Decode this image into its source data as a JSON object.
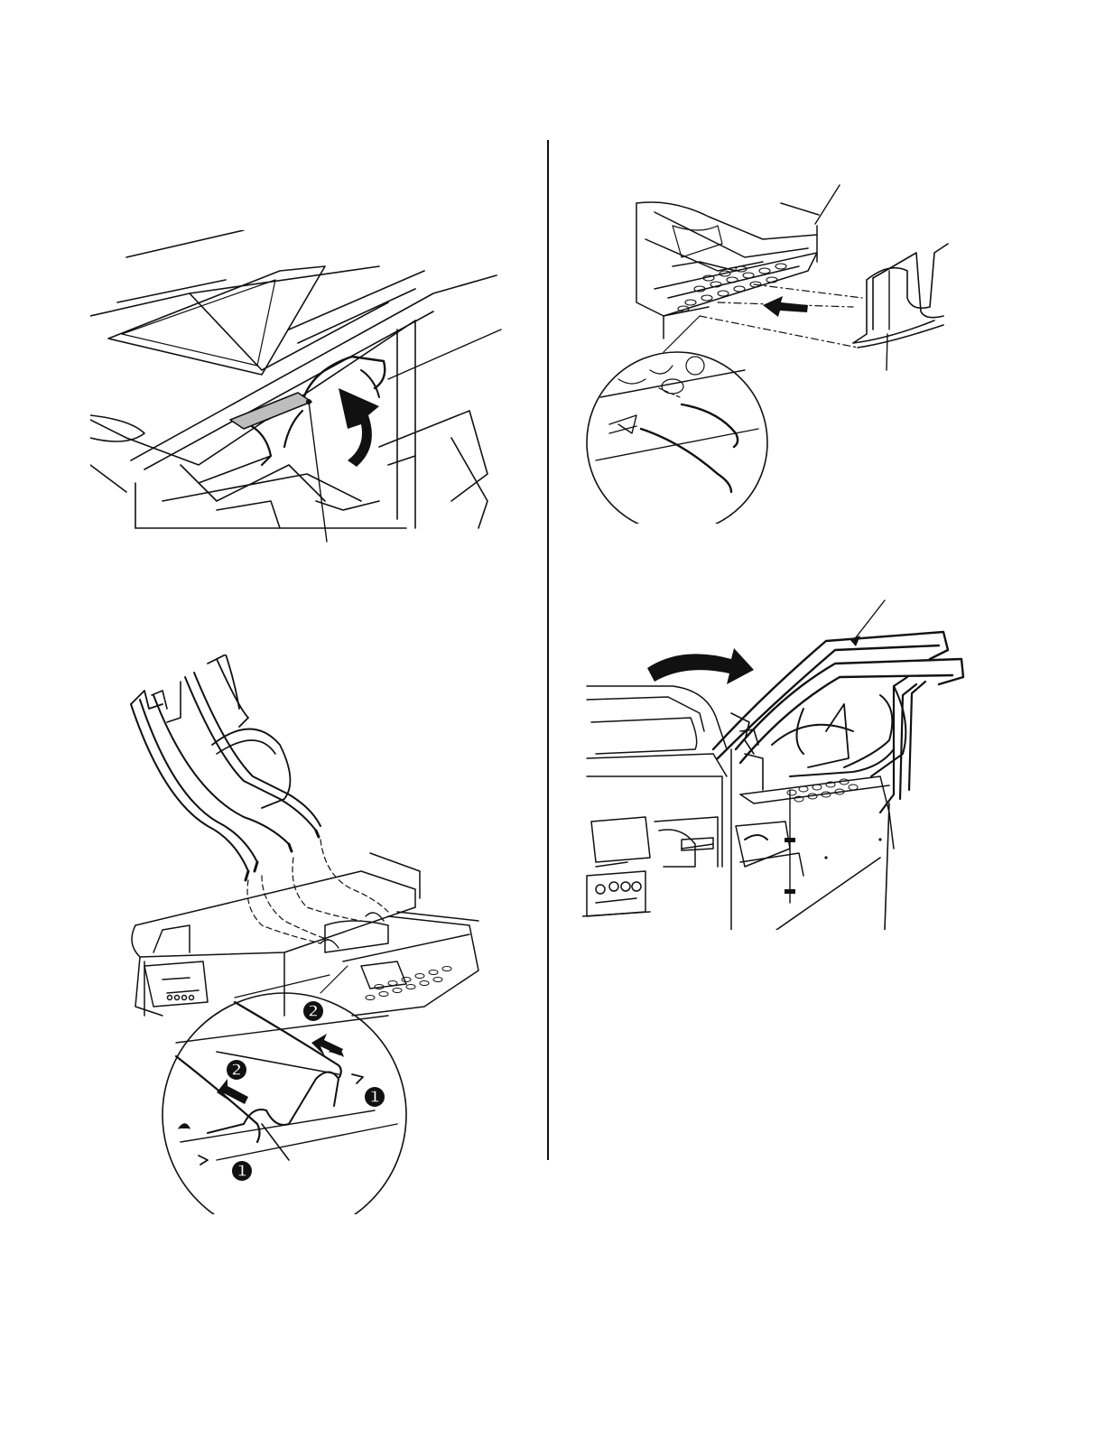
{
  "page": {
    "background": "#ffffff",
    "line_color": "#111111"
  },
  "figures": {
    "step_lift_bracket": {
      "icon": "lift-arrow-icon"
    },
    "step_insert_stacker": {
      "icon": "insert-arrow-icon"
    },
    "step_attach_wires": {
      "badges": [
        "2",
        "2",
        "1",
        "1"
      ]
    },
    "step_rotate_stacker": {
      "icon": "rotate-arrow-icon"
    }
  }
}
